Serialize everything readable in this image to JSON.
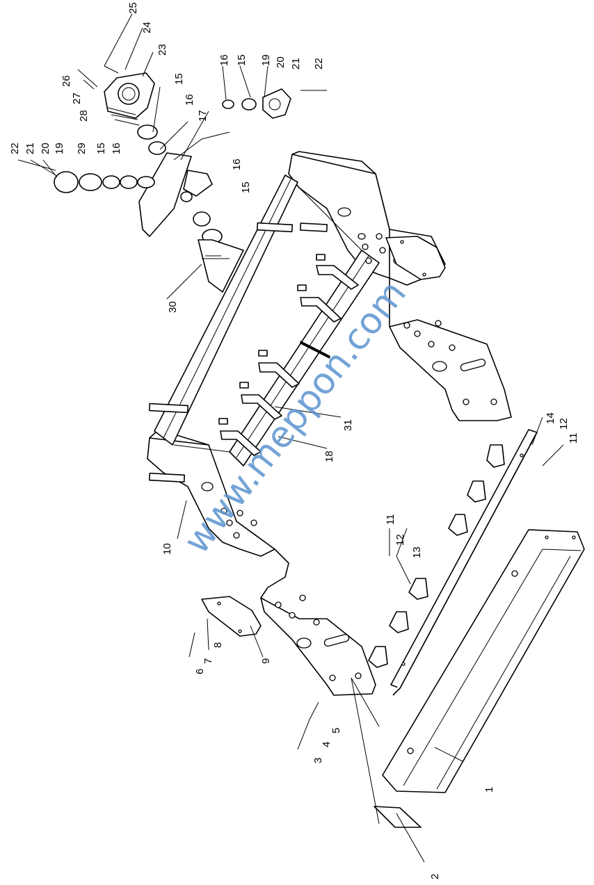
{
  "watermark": "www.meppon.com",
  "colors": {
    "line": "#000000",
    "watermark": "#5b93cf",
    "background": "#ffffff"
  },
  "callouts": [
    {
      "id": "c1",
      "label": "1"
    },
    {
      "id": "c2",
      "label": "2"
    },
    {
      "id": "c3",
      "label": "3"
    },
    {
      "id": "c4",
      "label": "4"
    },
    {
      "id": "c5",
      "label": "5"
    },
    {
      "id": "c6",
      "label": "6"
    },
    {
      "id": "c7",
      "label": "7"
    },
    {
      "id": "c8",
      "label": "8"
    },
    {
      "id": "c9",
      "label": "9"
    },
    {
      "id": "c10",
      "label": "10"
    },
    {
      "id": "c11a",
      "label": "11"
    },
    {
      "id": "c11b",
      "label": "11"
    },
    {
      "id": "c12a",
      "label": "12"
    },
    {
      "id": "c12b",
      "label": "12"
    },
    {
      "id": "c13",
      "label": "13"
    },
    {
      "id": "c14",
      "label": "14"
    },
    {
      "id": "c15a",
      "label": "15"
    },
    {
      "id": "c15b",
      "label": "15"
    },
    {
      "id": "c15c",
      "label": "15"
    },
    {
      "id": "c15d",
      "label": "15"
    },
    {
      "id": "c16a",
      "label": "16"
    },
    {
      "id": "c16b",
      "label": "16"
    },
    {
      "id": "c16c",
      "label": "16"
    },
    {
      "id": "c16d",
      "label": "16"
    },
    {
      "id": "c17",
      "label": "17"
    },
    {
      "id": "c18",
      "label": "18"
    },
    {
      "id": "c19a",
      "label": "19"
    },
    {
      "id": "c19b",
      "label": "19"
    },
    {
      "id": "c20a",
      "label": "20"
    },
    {
      "id": "c20b",
      "label": "20"
    },
    {
      "id": "c21a",
      "label": "21"
    },
    {
      "id": "c21b",
      "label": "21"
    },
    {
      "id": "c22a",
      "label": "22"
    },
    {
      "id": "c22b",
      "label": "22"
    },
    {
      "id": "c23",
      "label": "23"
    },
    {
      "id": "c24",
      "label": "24"
    },
    {
      "id": "c25",
      "label": "25"
    },
    {
      "id": "c26",
      "label": "26"
    },
    {
      "id": "c27",
      "label": "27"
    },
    {
      "id": "c28",
      "label": "28"
    },
    {
      "id": "c29",
      "label": "29"
    },
    {
      "id": "c30",
      "label": "30"
    },
    {
      "id": "c31",
      "label": "31"
    }
  ]
}
